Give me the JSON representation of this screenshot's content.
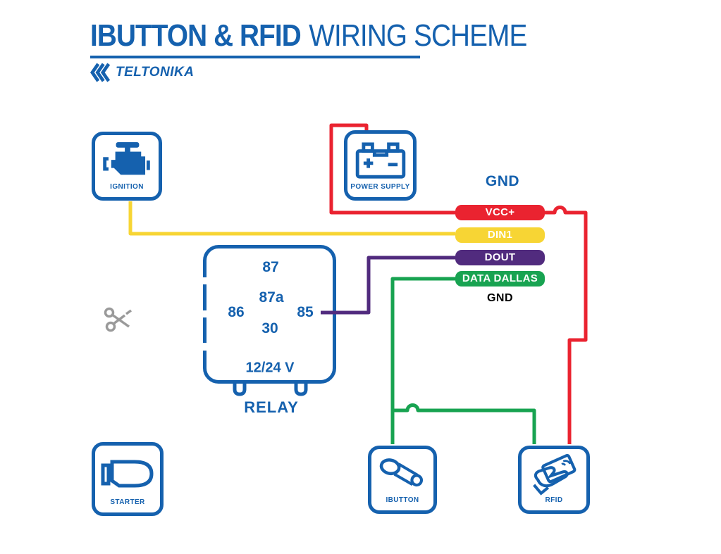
{
  "title": {
    "bold": "IBUTTON & RFID",
    "light": "WIRING SCHEME"
  },
  "brand": {
    "wordmark": "TELTONIKA",
    "logo_icon": "teltonika-chevrons-icon"
  },
  "colors": {
    "blue": "#1561AE",
    "red": "#EA2330",
    "yellow": "#F7D534",
    "purple": "#512B7E",
    "green": "#18A351",
    "gray": "#9A9A9A"
  },
  "devices": {
    "ignition": {
      "label": "IGNITION",
      "icon": "engine-icon"
    },
    "power_supply": {
      "label": "POWER SUPPLY",
      "icon": "battery-icon"
    },
    "starter": {
      "label": "STARTER",
      "icon": "starter-motor-icon"
    },
    "ibutton": {
      "label": "IBUTTON",
      "icon": "ibutton-key-icon"
    },
    "rfid": {
      "label": "RFID",
      "icon": "rfid-card-icon"
    }
  },
  "relay": {
    "label": "RELAY",
    "voltage": "12/24 V",
    "pins": {
      "p87": "87",
      "p87a": "87a",
      "p86": "86",
      "p85": "85",
      "p30": "30"
    }
  },
  "connector": {
    "gnd_top": "GND",
    "pins": [
      {
        "label": "VCC+"
      },
      {
        "label": "DIN1"
      },
      {
        "label": "DOUT"
      },
      {
        "label": "DATA DALLAS"
      }
    ],
    "gnd_bottom": "GND"
  },
  "annotations": {
    "cut_mark": "scissors-icon"
  }
}
